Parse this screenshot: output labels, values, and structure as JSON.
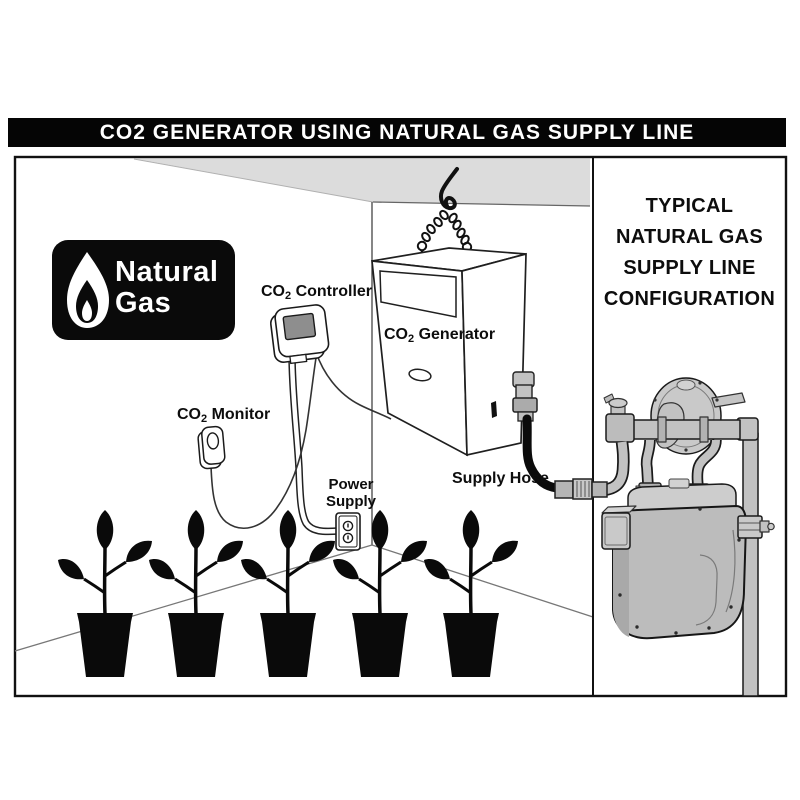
{
  "title_bar": {
    "text": "CO2 GENERATOR USING NATURAL GAS SUPPLY LINE"
  },
  "right_panel": {
    "heading_lines": [
      "TYPICAL",
      "NATURAL GAS",
      "SUPPLY LINE",
      "CONFIGURATION"
    ]
  },
  "logo": {
    "line1": "Natural",
    "line2": "Gas",
    "icon": "flame-icon"
  },
  "labels": {
    "controller": {
      "pre": "CO",
      "sub": "2",
      "post": " Controller"
    },
    "monitor": {
      "pre": "CO",
      "sub": "2",
      "post": " Monitor"
    },
    "generator": {
      "pre": "CO",
      "sub": "2",
      "post": " Generator"
    },
    "power_supply": {
      "line1": "Power",
      "line2": "Supply"
    },
    "supply_hose": "Supply Hose"
  },
  "diagram": {
    "plants_count": 5,
    "colors": {
      "ink": "#1a1a1a",
      "ceiling_gray": "#dcdcdc",
      "pipe_gray": "#c2c2c2",
      "meter_gray": "#bcbcbc",
      "screen_gray": "#8e8e8e",
      "hose_black": "#0b0b0b"
    }
  }
}
